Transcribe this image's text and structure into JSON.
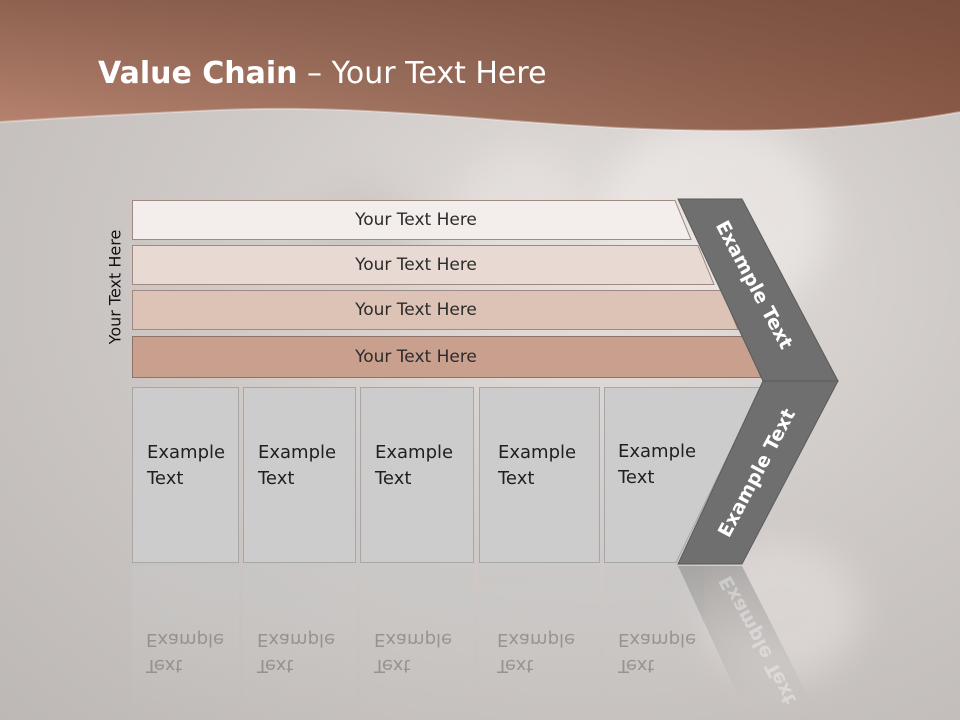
{
  "slide": {
    "title_bold": "Value Chain",
    "title_rest": " – Your Text Here",
    "side_label": "Your Text Here",
    "rows": [
      {
        "label": "Your Text Here",
        "fill": "#f3eeeb"
      },
      {
        "label": "Your Text Here",
        "fill": "#e8dad2"
      },
      {
        "label": "Your Text Here",
        "fill": "#dcc3b6"
      },
      {
        "label": "Your Text Here",
        "fill": "#c9a08e"
      }
    ],
    "boxes": [
      {
        "line1": "Example",
        "line2": "Text"
      },
      {
        "line1": "Example",
        "line2": "Text"
      },
      {
        "line1": "Example",
        "line2": "Text"
      },
      {
        "line1": "Example",
        "line2": "Text"
      },
      {
        "line1": "Example",
        "line2": "Text"
      }
    ],
    "chevron_top_text": "Example Text",
    "chevron_bottom_text": "Example Text"
  },
  "colors": {
    "header_dark": "#6e4a3a",
    "header_light": "#b07d67",
    "chevron": "#6f6f6f",
    "box": "#cccccc"
  }
}
